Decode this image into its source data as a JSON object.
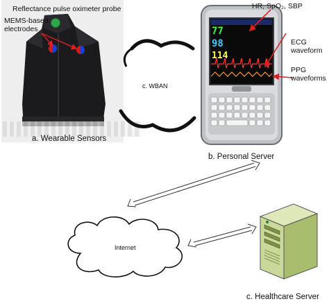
{
  "wearable": {
    "probe_label": "Reflectance pulse oximeter probe",
    "electrodes_label": "MEMS-based electrodes",
    "caption": "a. Wearable Sensors"
  },
  "wban": {
    "label": "c. WBAN"
  },
  "phone": {
    "annotation_vitals": "HR, SpO₂, SBP",
    "annotation_ecg": "ECG waveform",
    "annotation_ppg": "PPG waveforms",
    "screen_hr": "77",
    "screen_spo2": "98",
    "screen_sbp": "114",
    "caption": "b. Personal Server"
  },
  "internet": {
    "label": "Internet"
  },
  "server": {
    "caption": "c. Healthcare Server"
  },
  "colors": {
    "arrow_red": "#e02020",
    "electrode_blue": "#1a3fd6",
    "probe_green": "#2fa84a",
    "vest_black": "#1b1b1e",
    "server_green": "#c9d99a",
    "screen_bg": "#0a0a0a"
  }
}
